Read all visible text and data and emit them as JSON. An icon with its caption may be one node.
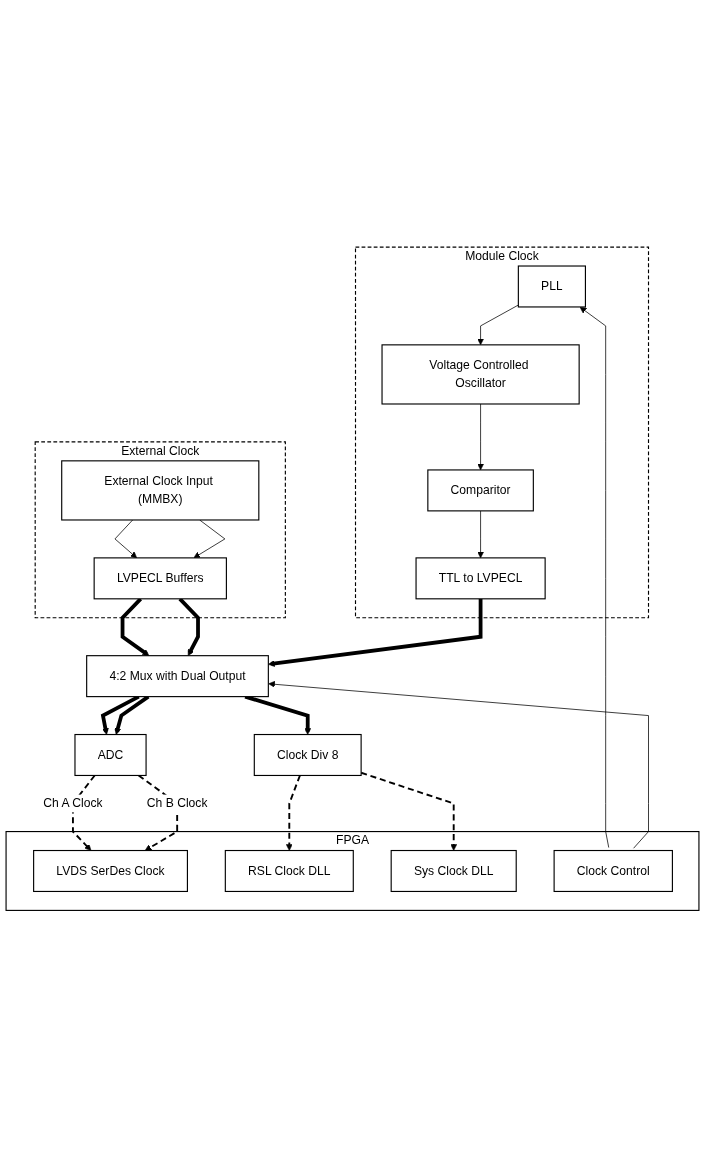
{
  "diagram": {
    "nodes": [
      {
        "text": [
          "External Clock"
        ]
      },
      {
        "text": [
          "External Clock Input (MMBX)"
        ],
        "in": 0
      },
      {
        "text": [
          "LVPECL Buffers"
        ],
        "in": 0
      },
      {
        "text": [
          "Module Clock"
        ]
      },
      {
        "text": [
          "PLL"
        ],
        "in": 3
      },
      {
        "text": [
          "Voltage Controlled Oscillator"
        ],
        "in": 3
      },
      {
        "text": [
          "Comparitor"
        ],
        "in": 3
      },
      {
        "text": [
          "TTL to LVPECL"
        ],
        "in": 3
      },
      {
        "text": [
          "4:2 Mux with Dual Output"
        ]
      },
      {
        "text": [
          "ADC"
        ]
      },
      {
        "text": [
          "Clock Div 8"
        ]
      },
      {
        "text": [
          "FPGA"
        ]
      },
      {
        "text": [
          "LVDS SerDes Clock"
        ],
        "in": 11
      },
      {
        "text": [
          "RSL Clock DLL"
        ],
        "in": 11
      },
      {
        "text": [
          "Sys Clock DLL"
        ],
        "in": 11
      },
      {
        "text": [
          "Clock Control"
        ],
        "in": 11
      }
    ],
    "edges": [
      {
        "from": 1,
        "to": 2,
        "arrow": "to"
      },
      {
        "from": 1,
        "to": 2,
        "arrow": "to"
      },
      {
        "from": 4,
        "to": 5,
        "arrow": "to"
      },
      {
        "from": 5,
        "to": 6,
        "arrow": "to"
      },
      {
        "from": 6,
        "to": 7,
        "arrow": "to"
      },
      {
        "from": 2,
        "to": 8,
        "arrow": "to",
        "style": "thick"
      },
      {
        "from": 2,
        "to": 8,
        "arrow": "to",
        "style": "thick"
      },
      {
        "from": 7,
        "to": 8,
        "arrow": "to",
        "style": "thick"
      },
      {
        "from": 15,
        "to": 4,
        "arrow": "to"
      },
      {
        "from": 15,
        "to": 8,
        "arrow": "to"
      },
      {
        "from": 8,
        "to": 9,
        "arrow": "to",
        "style": "thick"
      },
      {
        "from": 8,
        "to": 9,
        "arrow": "to",
        "style": "thick"
      },
      {
        "from": 8,
        "to": 10,
        "arrow": "to",
        "style": "thick"
      },
      {
        "from": 9,
        "to": 12,
        "arrow": "to",
        "label": "Ch A Clock",
        "style": "dashed"
      },
      {
        "from": 9,
        "to": 12,
        "arrow": "to",
        "label": "Ch B Clock",
        "style": "dashed"
      },
      {
        "from": 10,
        "to": 13,
        "arrow": "to",
        "style": "dashed"
      },
      {
        "from": 10,
        "to": 14,
        "arrow": "to",
        "style": "dashed"
      }
    ]
  }
}
